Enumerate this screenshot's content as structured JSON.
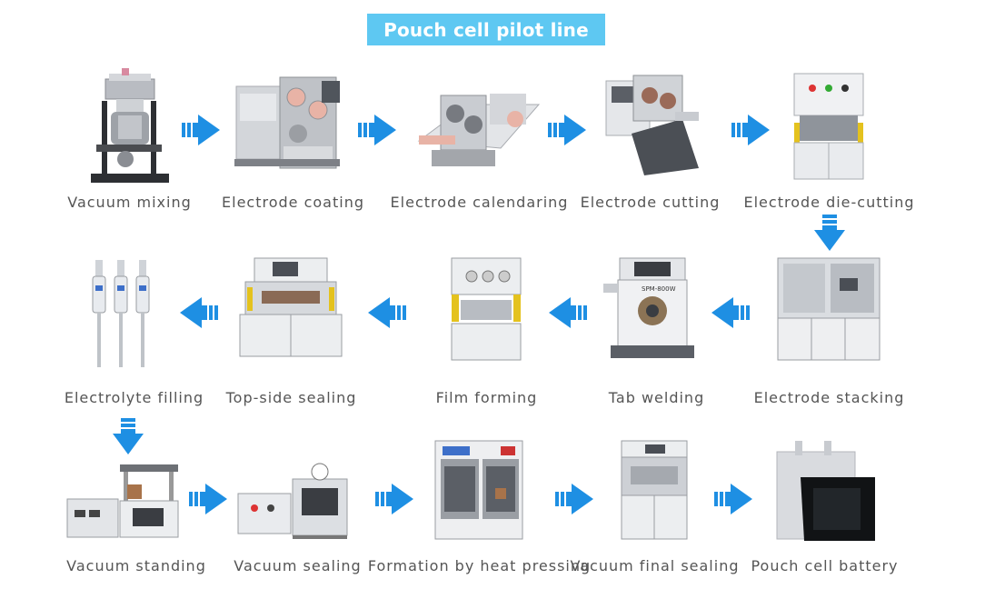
{
  "title": "Pouch cell pilot line",
  "colors": {
    "banner": "#5ec8f2",
    "arrow": "#1e8fe3",
    "label": "#555555"
  },
  "steps": [
    {
      "label": "Vacuum mixing",
      "icon": "vacuum-mixer-icon"
    },
    {
      "label": "Electrode coating",
      "icon": "coating-machine-icon"
    },
    {
      "label": "Electrode calendaring",
      "icon": "calender-machine-icon"
    },
    {
      "label": "Electrode cutting",
      "icon": "slitting-machine-icon"
    },
    {
      "label": "Electrode die-cutting",
      "icon": "die-cutting-machine-icon"
    },
    {
      "label": "Electrode stacking",
      "icon": "stacking-machine-icon"
    },
    {
      "label": "Tab welding",
      "icon": "ultrasonic-welder-icon",
      "machine_text": "SPM-800W"
    },
    {
      "label": "Film forming",
      "icon": "film-forming-press-icon"
    },
    {
      "label": "Top-side sealing",
      "icon": "top-side-sealer-icon"
    },
    {
      "label": "Electrolyte filling",
      "icon": "pipette-icon"
    },
    {
      "label": "Vacuum standing",
      "icon": "vacuum-standing-box-icon"
    },
    {
      "label": "Vacuum sealing",
      "icon": "vacuum-sealer-icon"
    },
    {
      "label": "Formation by heat pressing",
      "icon": "formation-cabinet-icon"
    },
    {
      "label": "Vacuum final sealing",
      "icon": "final-sealer-icon"
    },
    {
      "label": "Pouch cell battery",
      "icon": "pouch-cell-icon"
    }
  ]
}
